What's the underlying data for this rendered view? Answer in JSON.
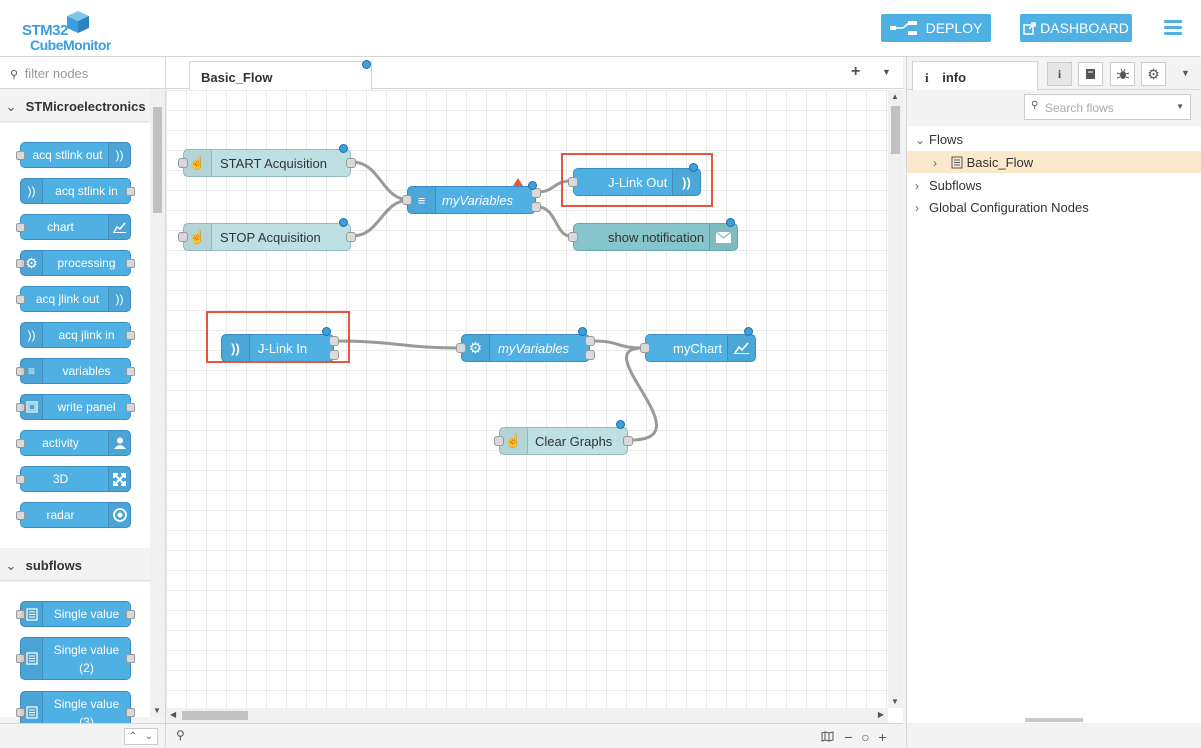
{
  "header": {
    "logo_line1": "STM32",
    "logo_line2": "CubeMonitor",
    "deploy_label": "DEPLOY",
    "dashboard_label": "DASHBOARD",
    "accent": "#4fb0e4"
  },
  "palette": {
    "filter_placeholder": "filter nodes",
    "categories": [
      {
        "name": "STMicroelectronics",
        "nodes": [
          {
            "label": "acq stlink out",
            "icon": "wireless-icon"
          },
          {
            "label": "acq stlink in",
            "icon": "wireless-icon"
          },
          {
            "label": "chart",
            "icon": "chart-icon"
          },
          {
            "label": "processing",
            "icon": "gear-icon"
          },
          {
            "label": "acq jlink out",
            "icon": "wireless-icon"
          },
          {
            "label": "acq jlink in",
            "icon": "wireless-icon"
          },
          {
            "label": "variables",
            "icon": "list-icon"
          },
          {
            "label": "write panel",
            "icon": "panel-icon"
          },
          {
            "label": "activity",
            "icon": "user-icon"
          },
          {
            "label": "3D",
            "icon": "expand-icon"
          },
          {
            "label": "radar",
            "icon": "target-icon"
          }
        ]
      },
      {
        "name": "subflows",
        "nodes": [
          {
            "label": "Single value",
            "icon": "subflow-icon"
          },
          {
            "label": "Single value (2)",
            "icon": "subflow-icon"
          },
          {
            "label": "Single value (3)",
            "icon": "subflow-icon"
          }
        ]
      }
    ]
  },
  "workspace": {
    "tab_label": "Basic_Flow",
    "nodes": {
      "start": "START Acquisition",
      "stop": "STOP Acquisition",
      "vars1": "myVariables",
      "jlink_out": "J-Link Out",
      "notify": "show notification",
      "jlink_in": "J-Link In",
      "vars2": "myVariables",
      "chart": "myChart",
      "clear": "Clear Graphs"
    }
  },
  "sidebar": {
    "tab_label": "info",
    "search_placeholder": "Search flows",
    "tree": {
      "flows": "Flows",
      "basic_flow": "Basic_Flow",
      "subflows": "Subflows",
      "global": "Global Configuration Nodes"
    }
  }
}
